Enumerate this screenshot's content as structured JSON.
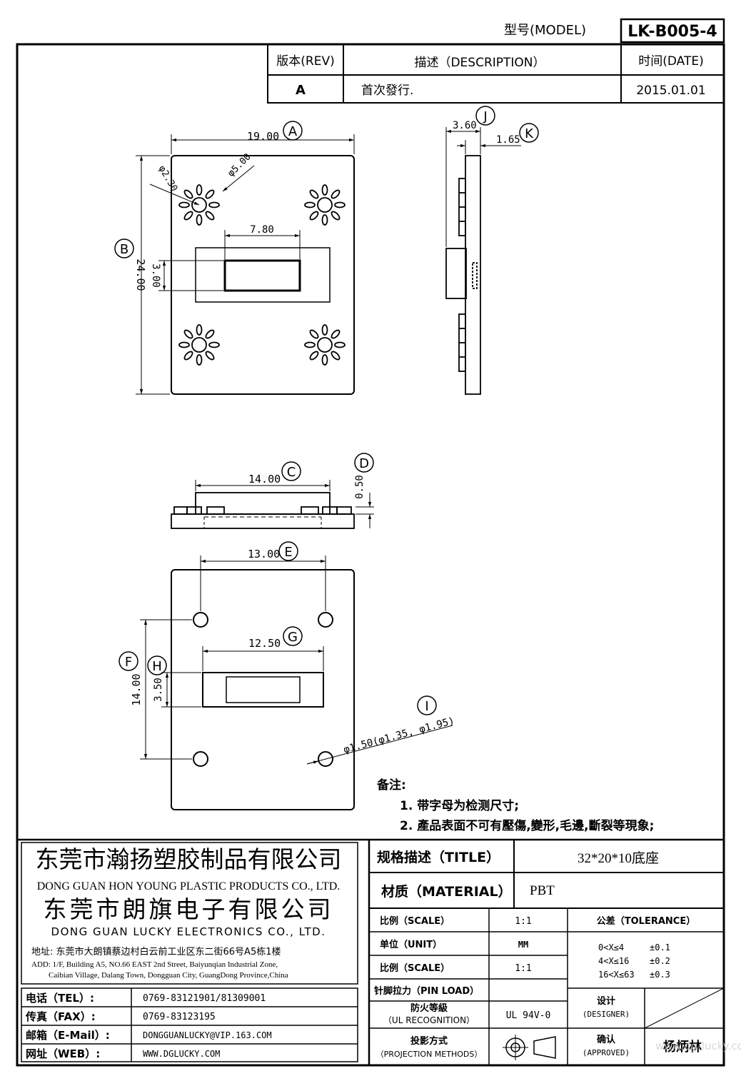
{
  "header": {
    "model_label": "型号(MODEL)",
    "model_value": "LK-B005-4"
  },
  "revision": {
    "rev_header": "版本(REV)",
    "desc_header": "描述（DESCRIPTION）",
    "date_header": "时间(DATE)",
    "rev": "A",
    "desc": "首次發行.",
    "date": "2015.01.01"
  },
  "dimensions": {
    "A": "A",
    "B": "B",
    "C": "C",
    "D": "D",
    "E": "E",
    "F": "F",
    "G": "G",
    "H": "H",
    "I": "I",
    "J": "J",
    "K": "K",
    "width": "19.00",
    "height": "24.00",
    "hole_small": "φ2.30",
    "hole_circle": "φ5.00",
    "slot_w": "7.80",
    "slot_h": "3.00",
    "side_total": "3.60",
    "side_plate": "1.65",
    "front_w": "14.00",
    "front_h": "0.50",
    "pitch_x": "13.00",
    "slot2_w": "12.50",
    "pitch_y": "14.00",
    "slot2_h": "3.50",
    "pin_hole": "φ1.50(φ1.35, φ1.95)"
  },
  "notes": {
    "title": "备注:",
    "line1": "1. 带字母为检测尺寸;",
    "line2": "2. 產品表面不可有壓傷,變形,毛邊,斷裂等現象;"
  },
  "company": {
    "name_cn_1": "东莞市瀚扬塑胶制品有限公司",
    "name_en_1": "DONG GUAN HON YOUNG PLASTIC PRODUCTS CO., LTD.",
    "name_cn_2": "东莞市朗旗电子有限公司",
    "name_en_2": "DONG GUAN LUCKY ELECTRONICS CO., LTD.",
    "addr_cn": "地址: 东莞市大朗镇蔡边村白云前工业区东二街66号A5栋1楼",
    "addr_en_1": "ADD: 1/F, Building A5, NO.66 EAST 2nd Street, Baiyunqian Industrial Zone,",
    "addr_en_2": "Caibian Village, Dalang Town, Dongguan City, GuangDong Province,China"
  },
  "contacts": [
    {
      "label": "电话（TEL）:",
      "value": "0769-83121901/81309001"
    },
    {
      "label": "传真（FAX）:",
      "value": "0769-83123195"
    },
    {
      "label": "邮箱（E-Mail）:",
      "value": "DONGGUANLUCKY@VIP.163.COM"
    },
    {
      "label": "网址（WEB）:",
      "value": "WWW.DGLUCKY.COM"
    }
  ],
  "titleblock": {
    "title_label": "规格描述（TITLE）",
    "title_value": "32*20*10底座",
    "material_label": "材质（MATERIAL）",
    "material_value": "PBT",
    "scale_label": "比例（SCALE）",
    "scale_value": "1:1",
    "unit_label": "单位（UNIT）",
    "unit_value": "MM",
    "scale2_label": "比例（SCALE）",
    "scale2_value": "1:1",
    "pinload_label": "针脚拉力（PIN LOAD）",
    "ul_label_1": "防火等級",
    "ul_label_2": "（UL RECOGNITION）",
    "ul_value": "UL 94V-0",
    "proj_label_1": "投影方式",
    "proj_label_2": "（PROJECTION METHODS）",
    "tolerance_label": "公差（TOLERANCE）",
    "tol_1_range": "0<X≤4",
    "tol_1_val": "±0.1",
    "tol_2_range": "4<X≤16",
    "tol_2_val": "±0.2",
    "tol_3_range": "16<X≤63",
    "tol_3_val": "±0.3",
    "designer_label_1": "设计",
    "designer_label_2": "(DESIGNER)",
    "approved_label_1": "确认",
    "approved_label_2": "(APPROVED)",
    "approver": "杨炳林"
  },
  "watermark": "www.dg-lucky.com"
}
